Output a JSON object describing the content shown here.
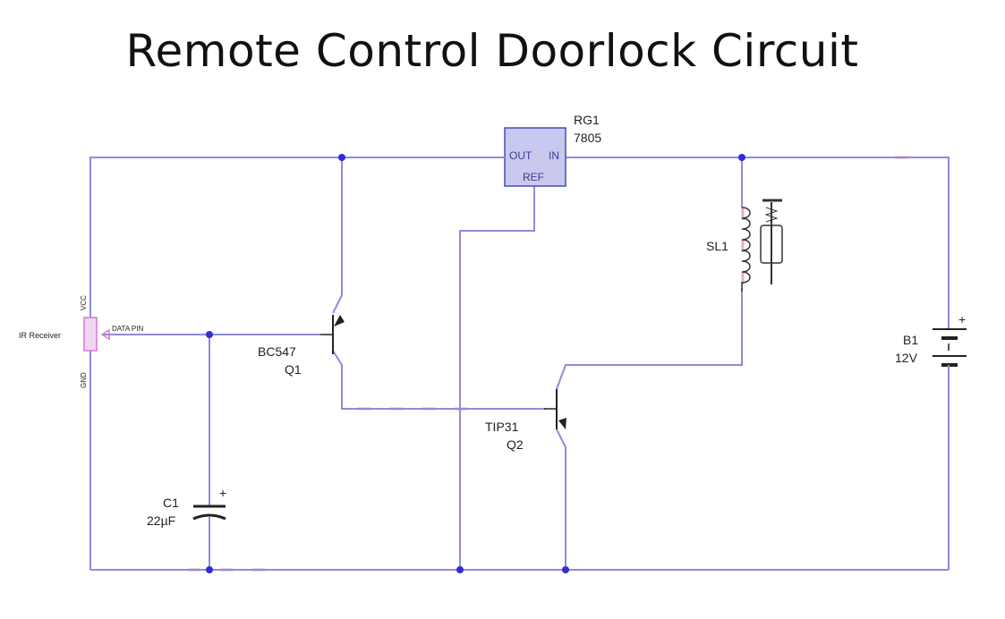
{
  "title": "Remote Control Doorlock Circuit",
  "regulator": {
    "ref": "RG1",
    "part": "7805",
    "pin_out": "OUT",
    "pin_in": "IN",
    "pin_ref": "REF"
  },
  "ir_receiver": {
    "label": "IR Receiver",
    "vcc": "VCC",
    "gnd": "GND",
    "data_pin": "DATA PIN"
  },
  "transistor_q1": {
    "part": "BC547",
    "ref": "Q1"
  },
  "transistor_q2": {
    "part": "TIP31",
    "ref": "Q2"
  },
  "solenoid": {
    "ref": "SL1"
  },
  "battery": {
    "ref": "B1",
    "value": "12V",
    "polarity": "+"
  },
  "capacitor": {
    "ref": "C1",
    "value": "22µF",
    "polarity": "+"
  },
  "colors": {
    "wire": "#8e8cd8",
    "node": "#2f2fd0",
    "component_fill": "#c9c9f0",
    "receiver": "#d27ad2"
  }
}
